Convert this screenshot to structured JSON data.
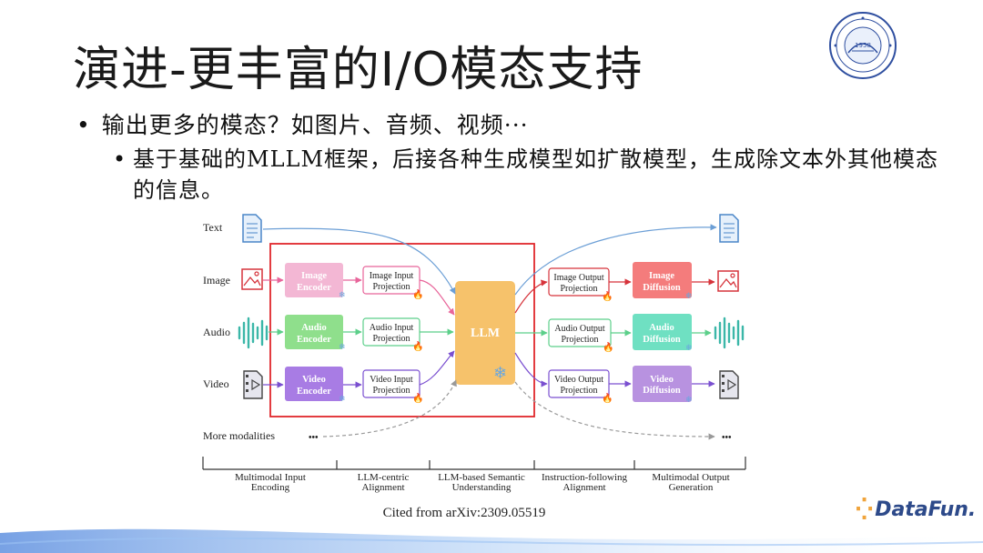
{
  "slide": {
    "title": "演进-更丰富的I/O模态支持",
    "bullet1": "输出更多的模态？如图片、音频、视频···",
    "bullet2": "基于基础的MLLM框架，后接各种生成模型如扩散模型，生成除文本外其他模态的信息。",
    "citation": "Cited from arXiv:2309.05519",
    "brand": "DataFun.",
    "logo_year": "1958",
    "bullet_glyph": "•"
  },
  "diagram": {
    "rows": {
      "text": "Text",
      "image": "Image",
      "audio": "Audio",
      "video": "Video",
      "more": "More modalities",
      "ellipsis": "•••"
    },
    "encoders": {
      "image": [
        "Image",
        "Encoder"
      ],
      "audio": [
        "Audio",
        "Encoder"
      ],
      "video": [
        "Video",
        "Encoder"
      ]
    },
    "input_proj": {
      "image": [
        "Image Input",
        "Projection"
      ],
      "audio": [
        "Audio Input",
        "Projection"
      ],
      "video": [
        "Video Input",
        "Projection"
      ]
    },
    "llm": "LLM",
    "output_proj": {
      "image": [
        "Image Output",
        "Projection"
      ],
      "audio": [
        "Audio Output",
        "Projection"
      ],
      "video": [
        "Video Output",
        "Projection"
      ]
    },
    "diffusion": {
      "image": [
        "Image",
        "Diffusion"
      ],
      "audio": [
        "Audio",
        "Diffusion"
      ],
      "video": [
        "Video",
        "Diffusion"
      ]
    },
    "stages": [
      [
        "Multimodal Input",
        "Encoding"
      ],
      [
        "LLM-centric",
        "Alignment"
      ],
      [
        "LLM-based Semantic",
        "Understanding"
      ],
      [
        "Instruction-following",
        "Alignment"
      ],
      [
        "Multimodal Output",
        "Generation"
      ]
    ],
    "colors": {
      "image": "#e8659a",
      "audio": "#5ccf8a",
      "video": "#7a4fd0",
      "text": "#6c9fd6",
      "llm": "#f6c26b",
      "frame": "#e0262b",
      "output_arrow": "#d6333b"
    }
  }
}
